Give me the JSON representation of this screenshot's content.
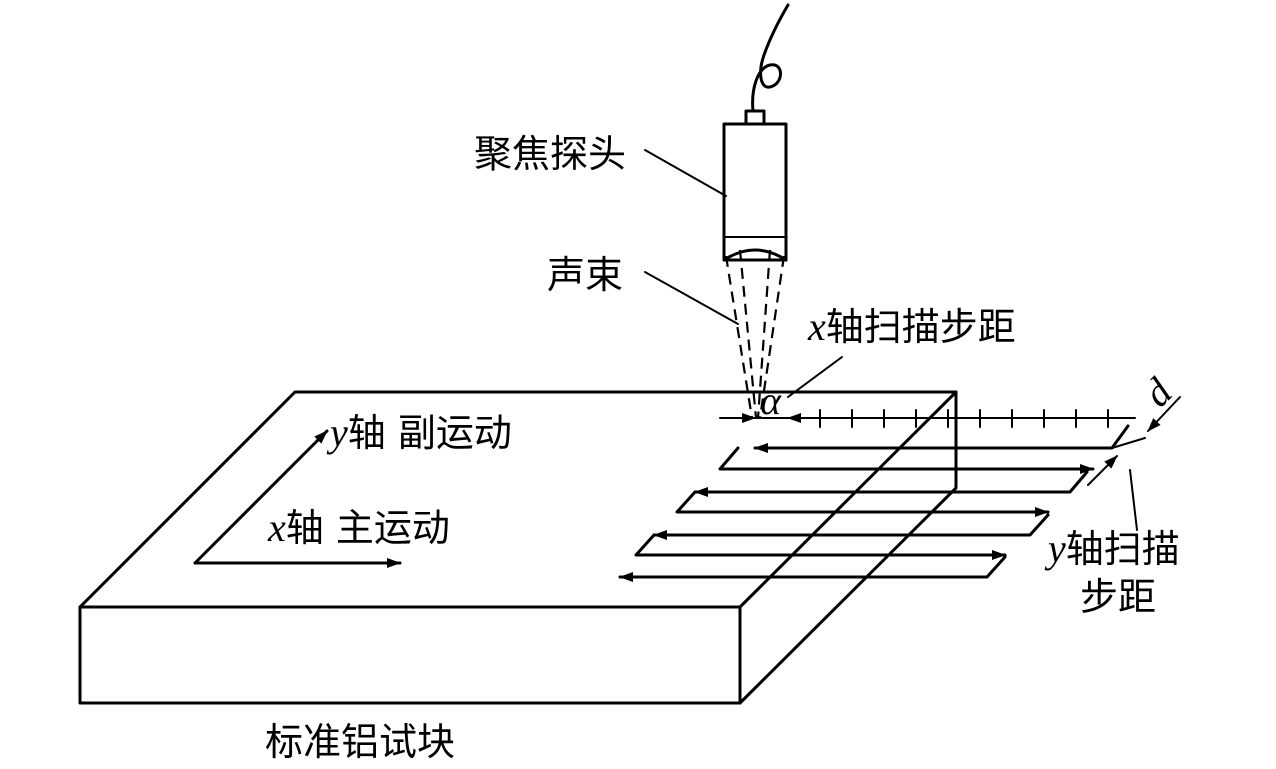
{
  "labels": {
    "probe": "聚焦探头",
    "beam": "声束",
    "x_step": {
      "var": "x",
      "text": "轴扫描步距"
    },
    "y_axis": {
      "var": "y",
      "text": "轴 副运动"
    },
    "x_axis": {
      "var": "x",
      "text": "轴 主运动"
    },
    "y_step": {
      "var": "y",
      "line1": "轴扫描",
      "line2": "步距"
    },
    "block": "标准铝试块",
    "alpha": "α",
    "d": "d"
  }
}
